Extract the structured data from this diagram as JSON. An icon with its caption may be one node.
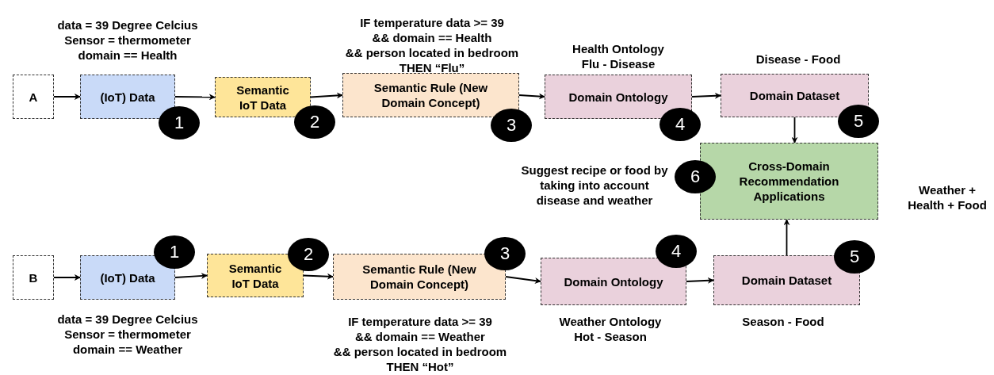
{
  "diagram": {
    "nodes": [
      {
        "text": [
          "A"
        ]
      },
      {
        "text": [
          "(IoT) Data"
        ],
        "beside": [
          "data = 39 Degree Celcius",
          "Sensor = thermometer",
          "domain == Health"
        ]
      },
      {
        "text": [
          "Semantic IoT Data"
        ]
      },
      {
        "text": [
          "Semantic Rule (New Domain Concept)"
        ],
        "beside": [
          "IF temperature data >= 39",
          "&& domain == Health",
          "&& person located in bedroom",
          "THEN “Flu”"
        ]
      },
      {
        "text": [
          "Domain Ontology"
        ],
        "beside": [
          "Health Ontology",
          "Flu - Disease"
        ]
      },
      {
        "text": [
          "Domain Dataset"
        ],
        "beside": [
          "Disease - Food"
        ]
      },
      {
        "text": [
          "Cross-Domain Recommendation Applications"
        ]
      },
      {
        "text": [
          "B"
        ]
      },
      {
        "text": [
          "(IoT) Data"
        ],
        "beside": [
          "data = 39 Degree Celcius",
          "Sensor = thermometer",
          "domain == Weather"
        ]
      },
      {
        "text": [
          "Semantic IoT Data"
        ]
      },
      {
        "text": [
          "Semantic Rule (New Domain Concept)"
        ],
        "beside": [
          "IF temperature data >= 39",
          "&& domain == Weather",
          "&& person located in bedroom",
          "THEN “Hot”"
        ]
      },
      {
        "text": [
          "Domain Ontology"
        ],
        "beside": [
          "Weather Ontology",
          "Hot - Season"
        ]
      },
      {
        "text": [
          "Domain Dataset"
        ],
        "beside": [
          "Season - Food"
        ]
      },
      {
        "text": [
          "1"
        ]
      },
      {
        "text": [
          "2"
        ]
      },
      {
        "text": [
          "3"
        ]
      },
      {
        "text": [
          "4"
        ]
      },
      {
        "text": [
          "5"
        ]
      },
      {
        "text": [
          "6"
        ]
      },
      {
        "text": [
          "1"
        ]
      },
      {
        "text": [
          "2"
        ]
      },
      {
        "text": [
          "3"
        ]
      },
      {
        "text": [
          "4"
        ]
      },
      {
        "text": [
          "5"
        ]
      }
    ],
    "edges": [
      {
        "from": 0,
        "to": 1,
        "arrow": "to"
      },
      {
        "from": 1,
        "to": 2,
        "arrow": "to"
      },
      {
        "from": 2,
        "to": 3,
        "arrow": "to"
      },
      {
        "from": 3,
        "to": 4,
        "arrow": "to"
      },
      {
        "from": 4,
        "to": 5,
        "arrow": "to"
      },
      {
        "from": 5,
        "to": 6,
        "arrow": "to"
      },
      {
        "from": 7,
        "to": 8,
        "arrow": "to"
      },
      {
        "from": 8,
        "to": 9,
        "arrow": "to"
      },
      {
        "from": 9,
        "to": 10,
        "arrow": "to"
      },
      {
        "from": 10,
        "to": 11,
        "arrow": "to"
      },
      {
        "from": 11,
        "to": 12,
        "arrow": "to"
      },
      {
        "from": 12,
        "to": 6,
        "arrow": "to"
      }
    ],
    "labels": [
      "Suggest recipe or food by taking into account disease and weather",
      "Weather + Health + Food"
    ]
  }
}
